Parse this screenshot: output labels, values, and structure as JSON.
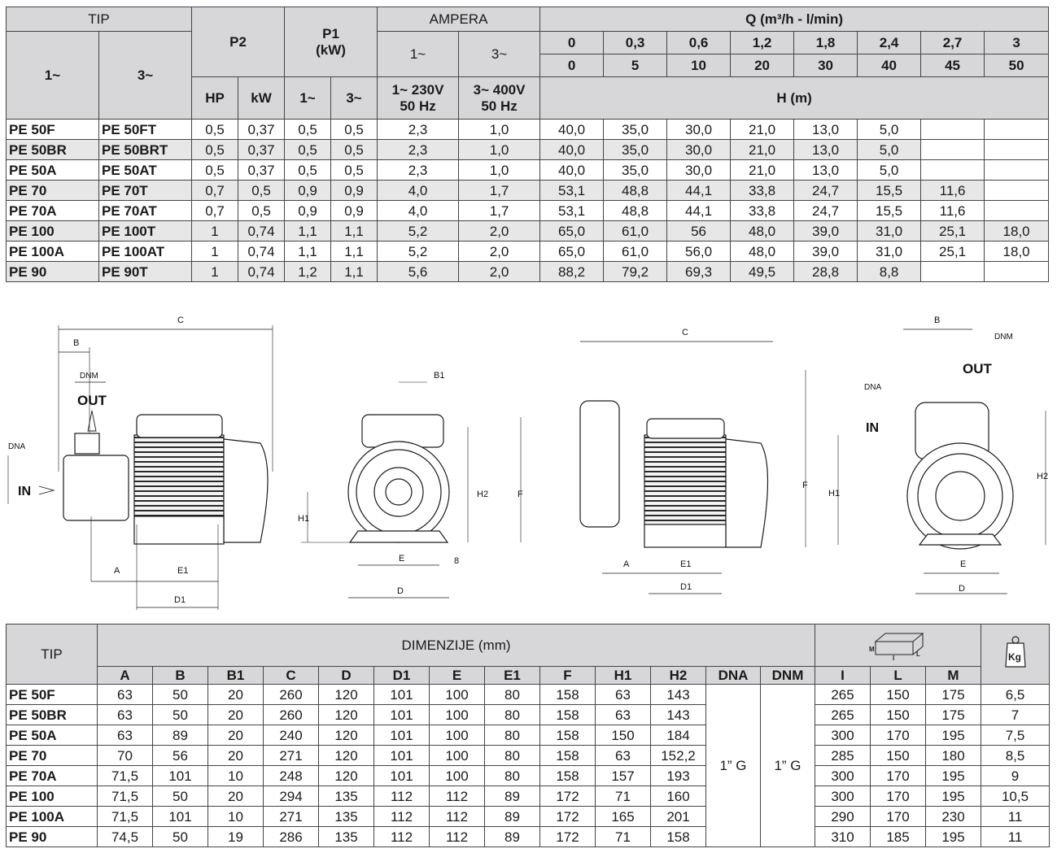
{
  "perf": {
    "h": {
      "tip": "TIP",
      "p2": "P2",
      "p1": "P1",
      "p1u": "(kW)",
      "amp": "AMPERA",
      "q": "Q (m³/h - l/min)",
      "one": "1~",
      "three": "3~",
      "hp": "HP",
      "kw": "kW",
      "v1a": "1~ 230V",
      "v1b": "50 Hz",
      "v3a": "3~ 400V",
      "v3b": "50 Hz",
      "hm": "H (m)"
    },
    "q_m3h": [
      "0",
      "0,3",
      "0,6",
      "1,2",
      "1,8",
      "2,4",
      "2,7",
      "3"
    ],
    "q_lmin": [
      "0",
      "5",
      "10",
      "20",
      "30",
      "40",
      "45",
      "50"
    ],
    "rows": [
      [
        "PE 50F",
        "PE 50FT",
        "0,5",
        "0,37",
        "0,5",
        "0,5",
        "2,3",
        "1,0",
        "40,0",
        "35,0",
        "30,0",
        "21,0",
        "13,0",
        "5,0",
        "",
        ""
      ],
      [
        "PE 50BR",
        "PE 50BRT",
        "0,5",
        "0,37",
        "0,5",
        "0,5",
        "2,3",
        "1,0",
        "40,0",
        "35,0",
        "30,0",
        "21,0",
        "13,0",
        "5,0",
        "",
        ""
      ],
      [
        "PE 50A",
        "PE 50AT",
        "0,5",
        "0,37",
        "0,5",
        "0,5",
        "2,3",
        "1,0",
        "40,0",
        "35,0",
        "30,0",
        "21,0",
        "13,0",
        "5,0",
        "",
        ""
      ],
      [
        "PE 70",
        "PE 70T",
        "0,7",
        "0,5",
        "0,9",
        "0,9",
        "4,0",
        "1,7",
        "53,1",
        "48,8",
        "44,1",
        "33,8",
        "24,7",
        "15,5",
        "11,6",
        ""
      ],
      [
        "PE 70A",
        "PE 70AT",
        "0,7",
        "0,5",
        "0,9",
        "0,9",
        "4,0",
        "1,7",
        "53,1",
        "48,8",
        "44,1",
        "33,8",
        "24,7",
        "15,5",
        "11,6",
        ""
      ],
      [
        "PE 100",
        "PE 100T",
        "1",
        "0,74",
        "1,1",
        "1,1",
        "5,2",
        "2,0",
        "65,0",
        "61,0",
        "56",
        "48,0",
        "39,0",
        "31,0",
        "25,1",
        "18,0"
      ],
      [
        "PE 100A",
        "PE 100AT",
        "1",
        "0,74",
        "1,1",
        "1,1",
        "5,2",
        "2,0",
        "65,0",
        "61,0",
        "56,0",
        "48,0",
        "39,0",
        "31,0",
        "25,1",
        "18,0"
      ],
      [
        "PE 90",
        "PE 90T",
        "1",
        "0,74",
        "1,2",
        "1,1",
        "5,6",
        "2,0",
        "88,2",
        "79,2",
        "69,3",
        "49,5",
        "28,8",
        "8,8",
        "",
        ""
      ]
    ]
  },
  "drawings": {
    "d1": {
      "c": "C",
      "b": "B",
      "dnm": "DNM",
      "out": "OUT",
      "dna": "DNA",
      "in": "IN",
      "a": "A",
      "e1": "E1",
      "d1": "D1"
    },
    "d2": {
      "b1": "B1",
      "h2": "H2",
      "f": "F",
      "h1": "H1",
      "e": "E",
      "d": "D",
      "eight": "8"
    },
    "d3": {
      "c": "C",
      "f": "F",
      "a": "A",
      "e1": "E1",
      "d1": "D1"
    },
    "d4": {
      "b": "B",
      "dnm": "DNM",
      "out": "OUT",
      "dna": "DNA",
      "in": "IN",
      "h1": "H1",
      "h2": "H2",
      "e": "E",
      "d": "D"
    },
    "box": {
      "m": "M",
      "i": "I",
      "l": "L"
    },
    "weight": "Kg"
  },
  "dims": {
    "h": {
      "tip": "TIP",
      "dim": "DIMENZIJE (mm)"
    },
    "cols": [
      "A",
      "B",
      "B1",
      "C",
      "D",
      "D1",
      "E",
      "E1",
      "F",
      "H1",
      "H2",
      "DNA",
      "DNM",
      "I",
      "L",
      "M"
    ],
    "dna": "1” G",
    "dnm": "1” G",
    "rows": [
      [
        "PE 50F",
        "63",
        "50",
        "20",
        "260",
        "120",
        "101",
        "100",
        "80",
        "158",
        "63",
        "143",
        "265",
        "150",
        "175",
        "6,5"
      ],
      [
        "PE 50BR",
        "63",
        "50",
        "20",
        "260",
        "120",
        "101",
        "100",
        "80",
        "158",
        "63",
        "143",
        "265",
        "150",
        "175",
        "7"
      ],
      [
        "PE 50A",
        "63",
        "89",
        "20",
        "240",
        "120",
        "101",
        "100",
        "80",
        "158",
        "150",
        "184",
        "300",
        "170",
        "195",
        "7,5"
      ],
      [
        "PE 70",
        "70",
        "56",
        "20",
        "271",
        "120",
        "101",
        "100",
        "80",
        "158",
        "63",
        "152,2",
        "285",
        "150",
        "180",
        "8,5"
      ],
      [
        "PE 70A",
        "71,5",
        "101",
        "10",
        "248",
        "120",
        "101",
        "100",
        "80",
        "158",
        "157",
        "193",
        "300",
        "170",
        "195",
        "9"
      ],
      [
        "PE 100",
        "71,5",
        "50",
        "20",
        "294",
        "135",
        "112",
        "112",
        "89",
        "172",
        "71",
        "160",
        "300",
        "170",
        "195",
        "10,5"
      ],
      [
        "PE 100A",
        "71,5",
        "101",
        "10",
        "271",
        "135",
        "112",
        "112",
        "89",
        "172",
        "165",
        "201",
        "290",
        "170",
        "230",
        "11"
      ],
      [
        "PE 90",
        "74,5",
        "50",
        "19",
        "286",
        "135",
        "112",
        "112",
        "89",
        "172",
        "71",
        "158",
        "310",
        "185",
        "195",
        "11"
      ]
    ]
  }
}
